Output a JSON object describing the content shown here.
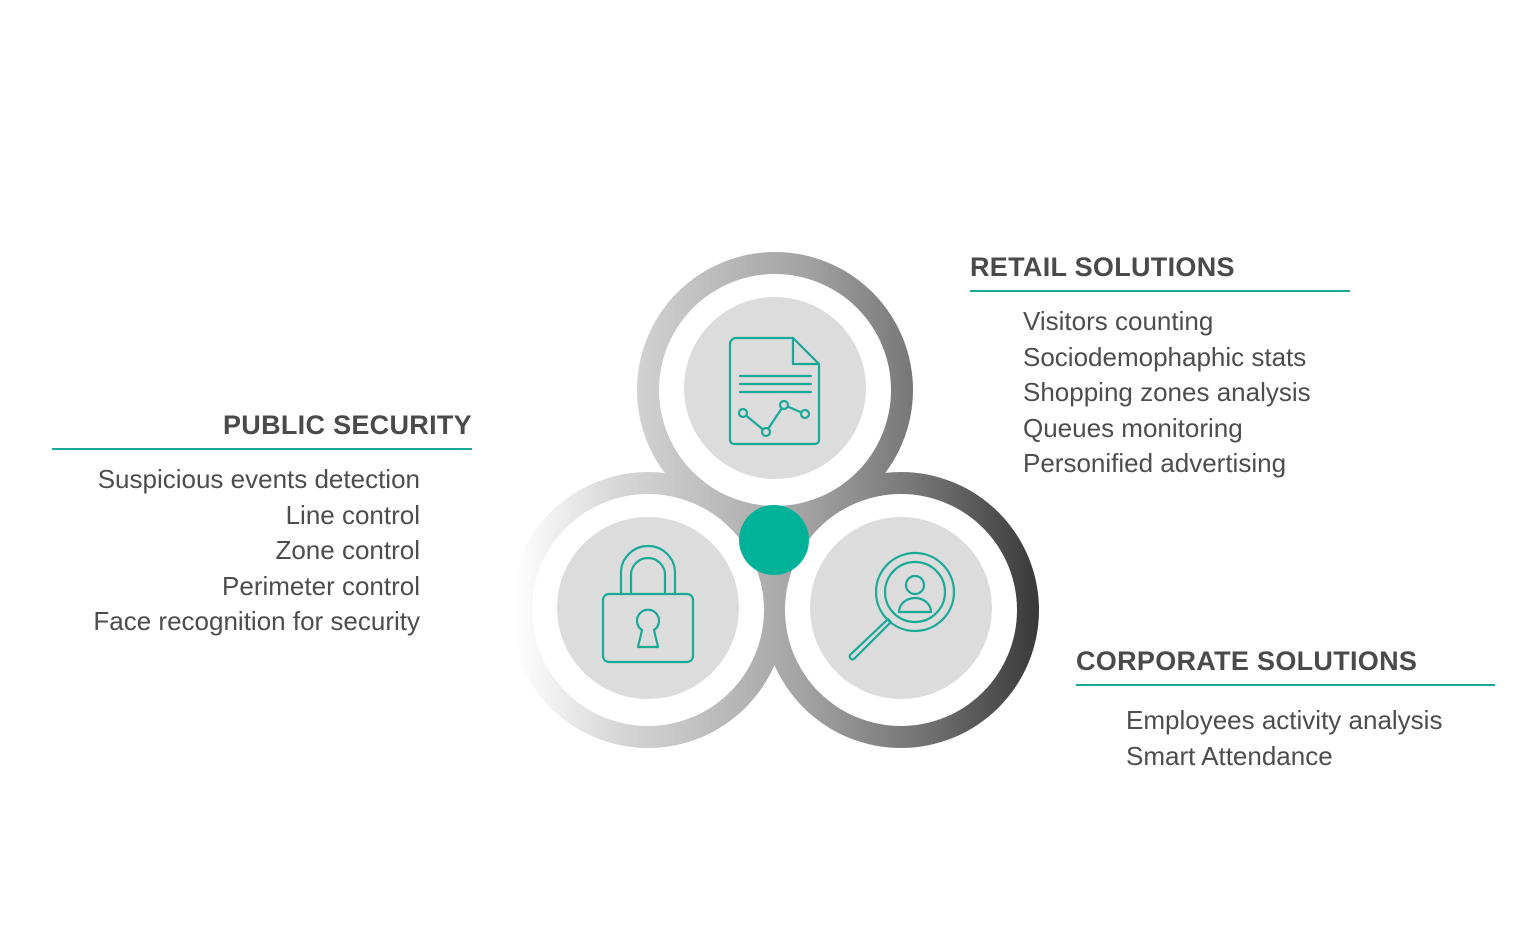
{
  "public_security": {
    "title": "PUBLIC SECURITY",
    "items": [
      "Suspicious events detection",
      "Line control",
      "Zone control",
      "Perimeter control",
      "Face recognition for security"
    ]
  },
  "retail": {
    "title": "RETAIL SOLUTIONS",
    "items": [
      "Visitors counting",
      "Sociodemophaphic stats",
      "Shopping zones analysis",
      "Queues monitoring",
      "Personified advertising"
    ]
  },
  "corporate": {
    "title": "CORPORATE SOLUTIONS",
    "items": [
      "Employees activity analysis",
      "Smart Attendance"
    ]
  },
  "icons": {
    "top": "analytics-report-icon",
    "left": "padlock-icon",
    "right": "person-search-icon"
  },
  "colors": {
    "accent": "#00b398",
    "icon_stroke": "#1aa996",
    "circle_fill": "#dcdcdc",
    "title_text": "#4a4a4a",
    "body_text": "#4d4d4d"
  }
}
